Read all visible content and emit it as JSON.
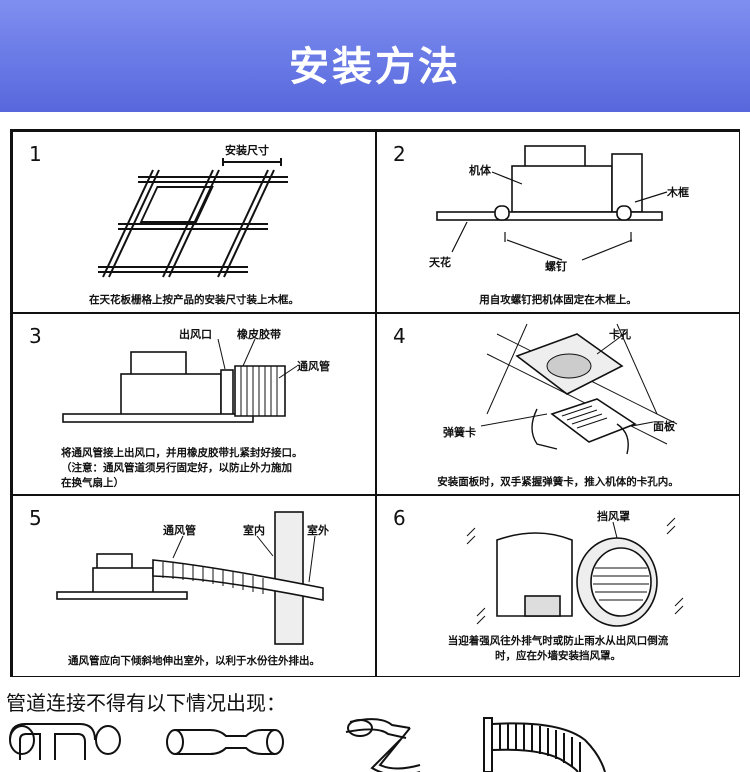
{
  "header": {
    "title": "安装方法"
  },
  "steps": [
    {
      "num": "1",
      "caption": "在天花板栅格上按产品的安装尺寸装上木框。",
      "labels": {
        "size": "安装尺寸"
      }
    },
    {
      "num": "2",
      "caption": "用自攻螺钉把机体固定在木框上。",
      "labels": {
        "body": "机体",
        "frame": "木框",
        "ceiling": "天花",
        "screw": "螺钉"
      }
    },
    {
      "num": "3",
      "caption_lines": [
        "将通风管接上出风口，并用橡皮胶带扎紧封好接口。",
        "（注意：通风管道须另行固定好，以防止外力施加",
        "在换气扇上）"
      ],
      "labels": {
        "outlet": "出风口",
        "tape": "橡皮胶带",
        "duct": "通风管"
      }
    },
    {
      "num": "4",
      "caption": "安装面板时，双手紧握弹簧卡，推入机体的卡孔内。",
      "labels": {
        "hole": "卡孔",
        "spring": "弹簧卡",
        "panel": "面板"
      }
    },
    {
      "num": "5",
      "caption": "通风管应向下倾斜地伸出室外，以利于水份往外排出。",
      "labels": {
        "duct": "通风管",
        "indoor": "室内",
        "outdoor": "室外"
      }
    },
    {
      "num": "6",
      "caption_lines": [
        "当迎着强风往外排气时或防止雨水从出风口倒流",
        "时，应在外墙安装挡风罩。"
      ],
      "labels": {
        "hood": "挡风罩"
      }
    }
  ],
  "footer": {
    "title": "管道连接不得有以下情况出现："
  }
}
